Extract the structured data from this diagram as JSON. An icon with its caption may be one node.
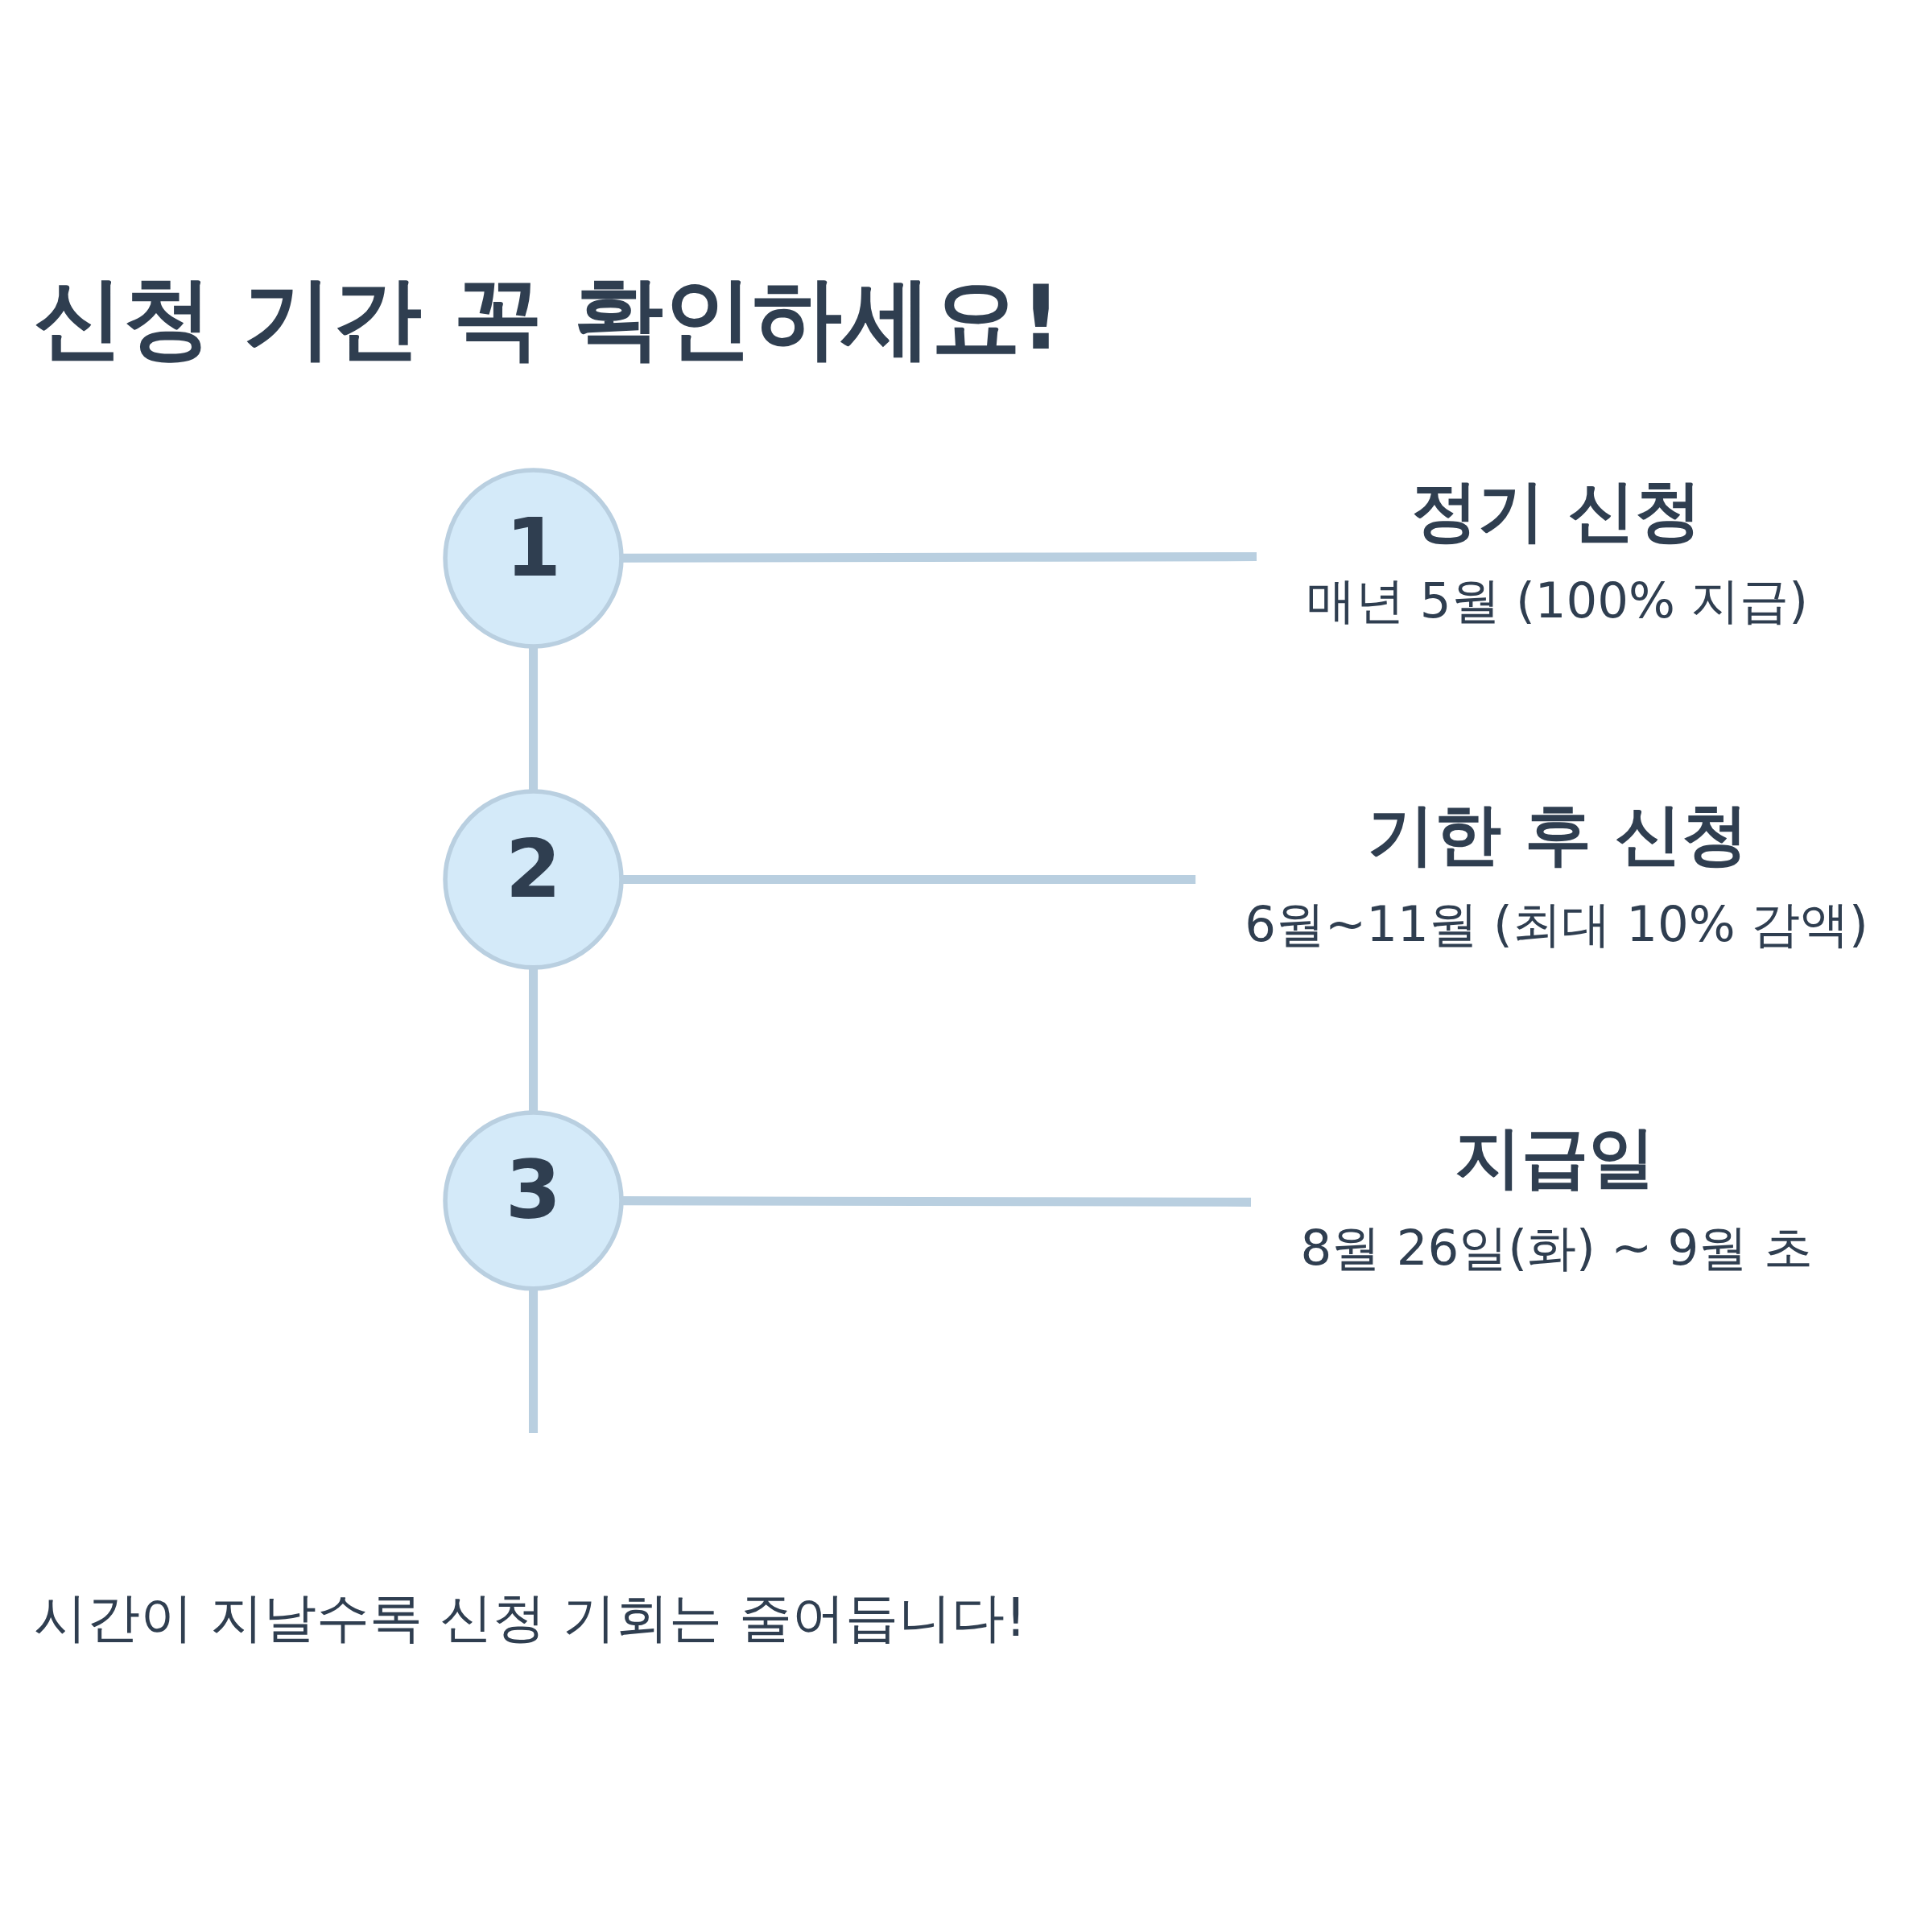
{
  "diagram": {
    "title": "신청 기간 꼭 확인하세요!",
    "caption": "시간이 지날수록 신청 기회는 줄어듭니다!",
    "nodes": [
      {
        "text": [
          "1"
        ]
      },
      {
        "text": [
          "정기 신청",
          "매년 5월 (100% 지급)"
        ]
      },
      {
        "text": [
          "2"
        ]
      },
      {
        "text": [
          "기한 후 신청",
          "6월~11월 (최대 10% 감액)"
        ]
      },
      {
        "text": [
          "3"
        ]
      },
      {
        "text": [
          "지급일",
          "8월 26일(화) ~ 9월 초"
        ]
      }
    ],
    "edges": [
      {
        "from": 0,
        "to": 1,
        "arrow": "none"
      },
      {
        "from": 0,
        "to": 2,
        "arrow": "none"
      },
      {
        "from": 2,
        "to": 3,
        "arrow": "none"
      },
      {
        "from": 2,
        "to": 4,
        "arrow": "none"
      },
      {
        "from": 4,
        "to": 5,
        "arrow": "none"
      },
      {
        "from": 4,
        "to": null,
        "arrow": "none"
      }
    ]
  }
}
